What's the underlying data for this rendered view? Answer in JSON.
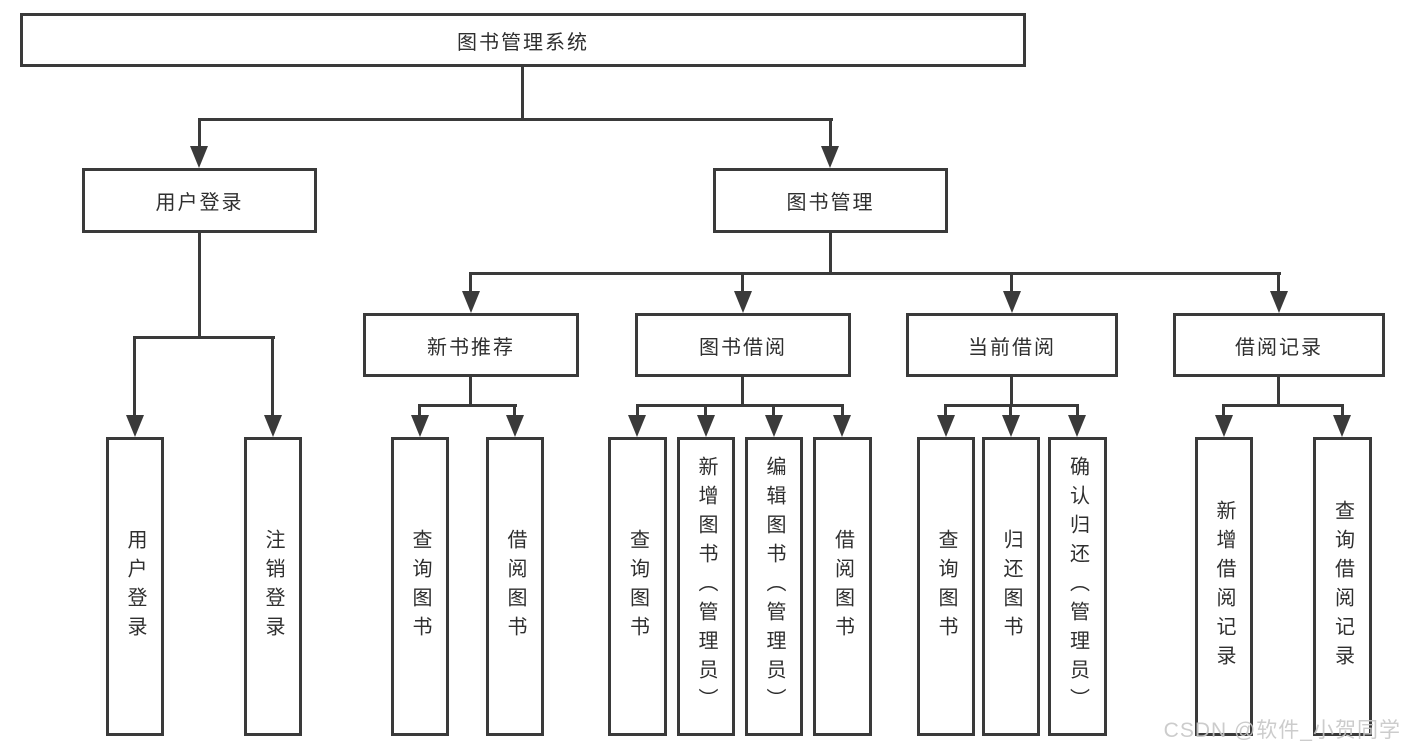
{
  "colors": {
    "line": "#3a3a3a",
    "text": "#2f2f2f",
    "background": "#ffffff",
    "watermark": "#c8c8c8"
  },
  "tree": {
    "root": {
      "label": "图书管理系统"
    },
    "user_login": {
      "label": "用户登录",
      "children": [
        "用户登录",
        "注销登录"
      ]
    },
    "book_management": {
      "label": "图书管理"
    },
    "new_book_recommend": {
      "label": "新书推荐",
      "children": [
        "查询图书",
        "借阅图书"
      ]
    },
    "book_borrow": {
      "label": "图书借阅",
      "children": [
        "查询图书",
        "新增图书（管理员）",
        "编辑图书（管理员）",
        "借阅图书"
      ]
    },
    "current_borrow": {
      "label": "当前借阅",
      "children": [
        "查询图书",
        "归还图书",
        "确认归还（管理员）"
      ]
    },
    "borrow_records": {
      "label": "借阅记录",
      "children": [
        "新增借阅记录",
        "查询借阅记录"
      ]
    }
  },
  "watermark": {
    "text": "CSDN @软件_小贺同学"
  }
}
